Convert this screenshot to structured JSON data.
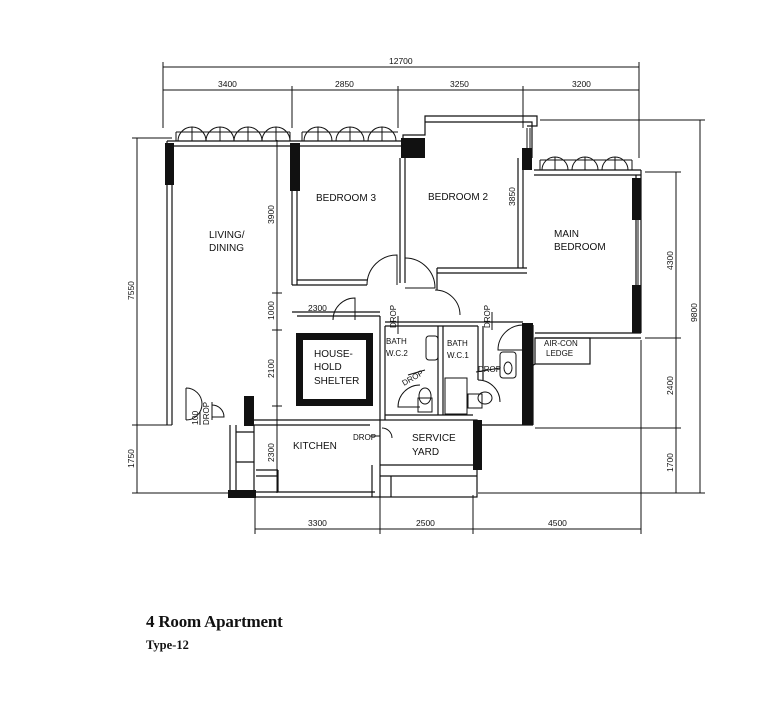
{
  "title": "4 Room Apartment",
  "subtitle": "Type-12",
  "rooms": {
    "living_line1": "LIVING/",
    "living_line2": "DINING",
    "bedroom3": "BEDROOM 3",
    "bedroom2": "BEDROOM 2",
    "main_line1": "MAIN",
    "main_line2": "BEDROOM",
    "shelter_line1": "HOUSE-",
    "shelter_line2": "HOLD",
    "shelter_line3": "SHELTER",
    "bath2_line1": "BATH",
    "bath2_line2": "W.C.2",
    "bath1_line1": "BATH",
    "bath1_line2": "W.C.1",
    "aircon_line1": "AIR-CON",
    "aircon_line2": "LEDGE",
    "kitchen": "KITCHEN",
    "service_line1": "SERVICE",
    "service_line2": "YARD"
  },
  "drops": {
    "drop_a": "DROP",
    "drop_b": "DROP",
    "drop_c": "DROP",
    "drop_d": "DROP",
    "drop_e": "DROP",
    "drop_f": "DROP"
  },
  "dims": {
    "top_total": "12700",
    "top_1": "3400",
    "top_2": "2850",
    "top_3": "3250",
    "top_4": "3200",
    "bottom_1": "3300",
    "bottom_2": "2500",
    "bottom_3": "4500",
    "left_1": "7550",
    "left_2": "1750",
    "inner_1": "3900",
    "inner_2": "1000",
    "inner_3": "2100",
    "inner_4": "2300",
    "inner_5": "100",
    "shelter_w": "2300",
    "bed2_h": "3850",
    "right_1": "4300",
    "right_2": "2400",
    "right_3": "1700",
    "right_total": "9800"
  }
}
